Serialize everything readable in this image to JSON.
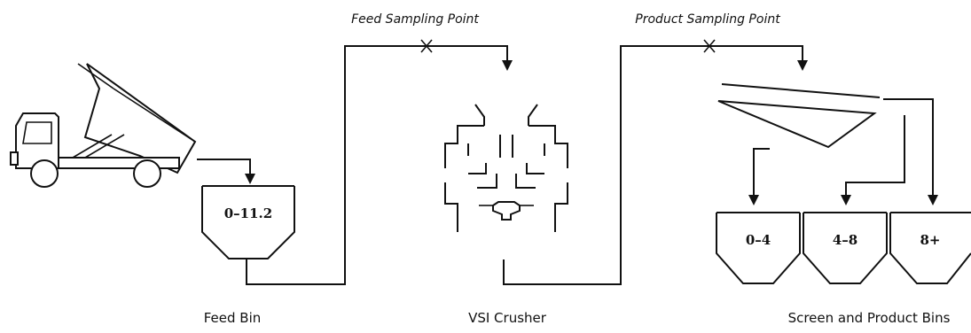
{
  "sampling_points": {
    "feed": "Feed Sampling Point",
    "product": "Product Sampling Point"
  },
  "bins": {
    "feed_bin_range": "0–11.2",
    "product_bin_1": "0–4",
    "product_bin_2": "4–8",
    "product_bin_3": "8+"
  },
  "captions": {
    "feed_bin": "Feed Bin",
    "vsi_crusher": "VSI Crusher",
    "screen_and_product_bins": "Screen and Product Bins"
  },
  "icons": [
    "dump-truck-icon",
    "vsi-crusher-icon",
    "vibrating-screen-icon",
    "bin-icon"
  ]
}
